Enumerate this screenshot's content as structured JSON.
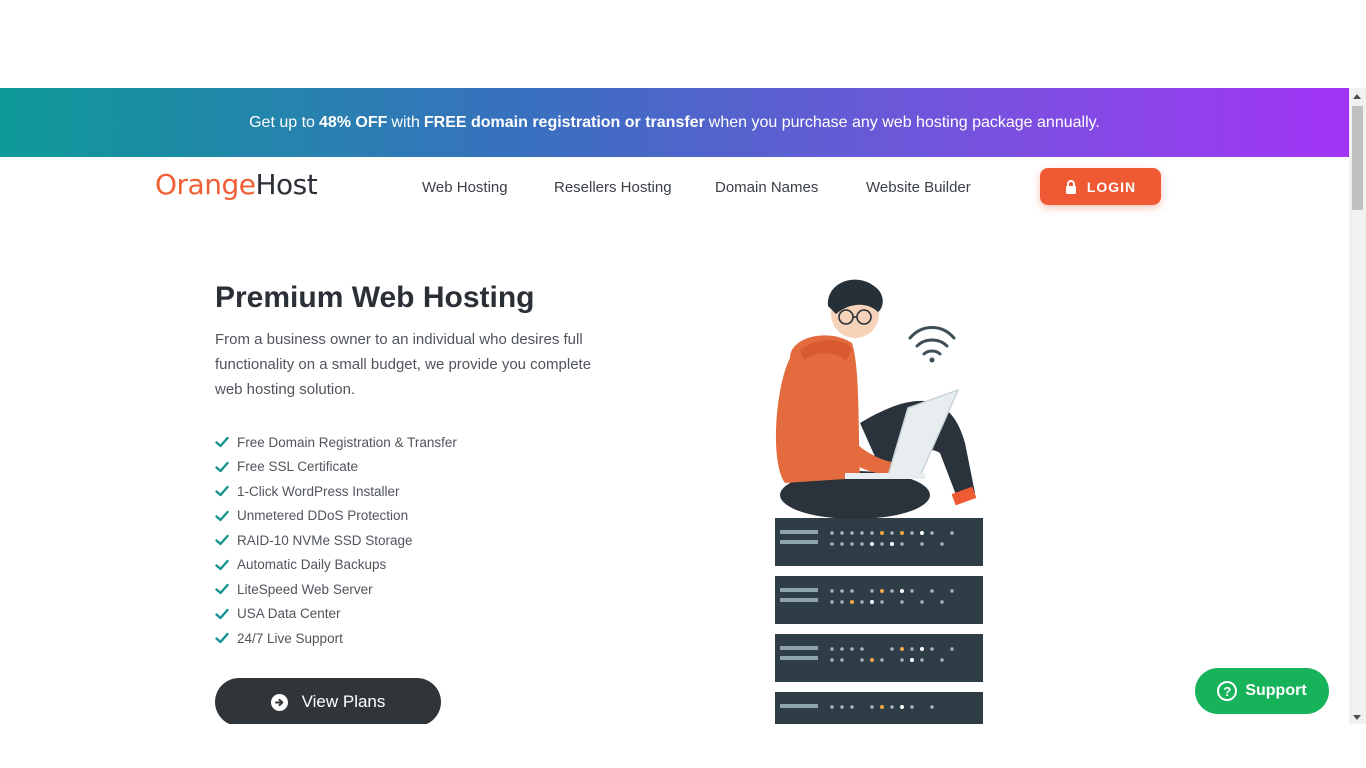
{
  "promo": {
    "pre": "Get up to ",
    "discount": "48% OFF",
    "mid": " with ",
    "offer": "FREE domain registration or transfer",
    "post": " when you purchase any web hosting package annually."
  },
  "logo": {
    "part1": "Orange",
    "part2": "Host"
  },
  "nav": {
    "links": [
      "Web Hosting",
      "Resellers Hosting",
      "Domain Names",
      "Website Builder"
    ],
    "login_label": "LOGIN"
  },
  "hero": {
    "title": "Premium Web Hosting",
    "description": "From a business owner to an individual who desires full functionality on a small budget, we provide you complete web hosting solution.",
    "features": [
      "Free Domain Registration & Transfer",
      "Free SSL Certificate",
      "1-Click WordPress Installer",
      "Unmetered DDoS Protection",
      "RAID-10 NVMe SSD Storage",
      "Automatic Daily Backups",
      "LiteSpeed Web Server",
      "USA Data Center",
      "24/7 Live Support"
    ],
    "cta_label": "View Plans"
  },
  "support": {
    "label": "Support"
  },
  "colors": {
    "accent": "#ef5a35",
    "dark": "#2f3539",
    "check": "#17938f",
    "support": "#16b35a"
  },
  "icons": {
    "login": "lock-icon",
    "cta": "arrow-right-circle-icon",
    "support": "question-circle-icon",
    "feature": "check-icon"
  }
}
